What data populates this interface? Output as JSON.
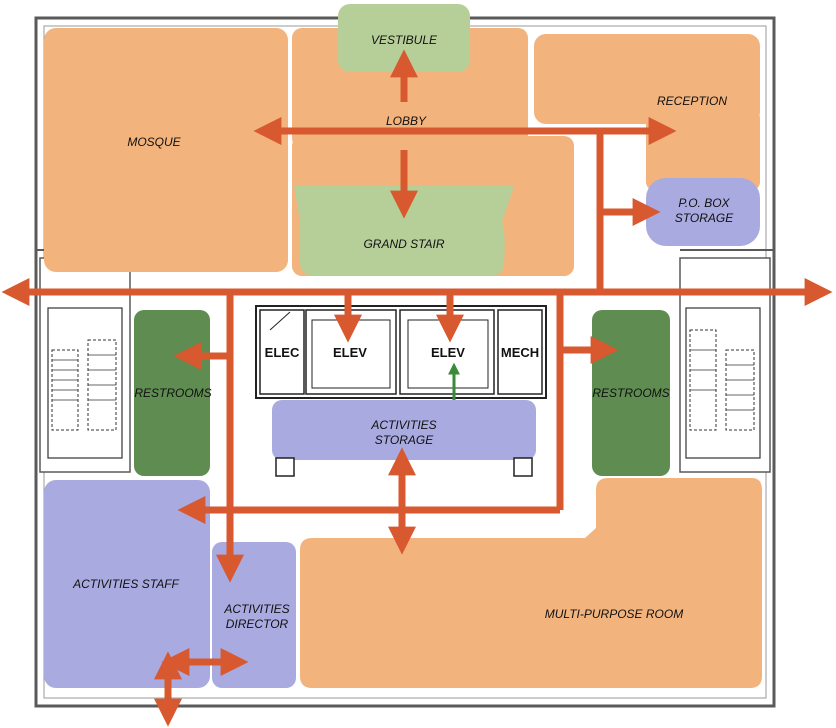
{
  "colors": {
    "orange": "#f2b37c",
    "green_light": "#b6cf99",
    "green_dark": "#5e8c51",
    "lavender": "#a9aadf",
    "arrow": "#d8582f",
    "wall": "#5a5a5a"
  },
  "rooms": {
    "vestibule": "VESTIBULE",
    "lobby": "LOBBY",
    "mosque": "MOSQUE",
    "reception": "RECEPTION",
    "po_box_1": "P.O. BOX",
    "po_box_2": "STORAGE",
    "grand_stair": "GRAND STAIR",
    "restrooms_left": "RESTROOMS",
    "restrooms_right": "RESTROOMS",
    "activities_storage_1": "ACTIVITIES",
    "activities_storage_2": "STORAGE",
    "activities_staff": "ACTIVITIES STAFF",
    "activities_director_1": "ACTIVITIES",
    "activities_director_2": "DIRECTOR",
    "multi_purpose": "MULTI-PURPOSE ROOM"
  },
  "core": {
    "elec": "ELEC",
    "elev_1": "ELEV",
    "elev_2": "ELEV",
    "mech": "MECH"
  }
}
